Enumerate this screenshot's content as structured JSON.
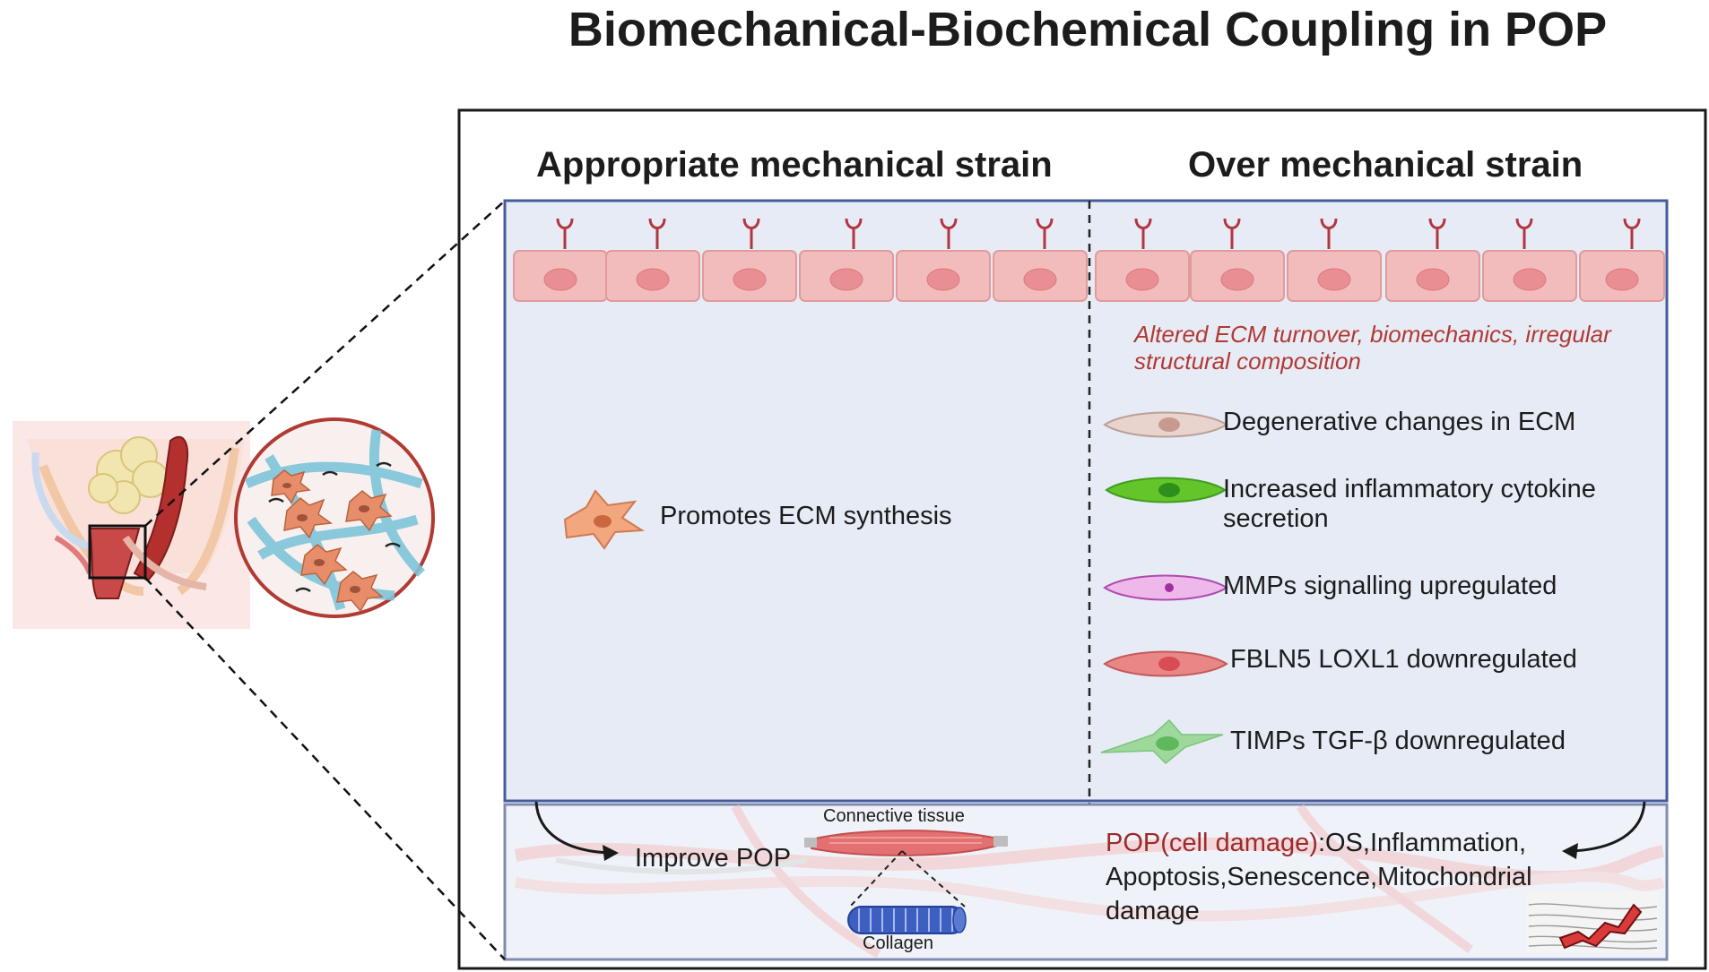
{
  "title": "Biomechanical-Biochemical Coupling in POP",
  "left_panel": {
    "header": "Appropriate mechanical strain",
    "effect": "Promotes ECM synthesis",
    "outcome": "Improve POP",
    "tissue_label": "Connective tissue",
    "collagen_label": "Collagen"
  },
  "right_panel": {
    "header": "Over mechanical strain",
    "note": "Altered ECM turnover, biomechanics, irregular structural composition",
    "changes": [
      {
        "label": "Degenerative changes in ECM",
        "cell_color": "#e9d3cd",
        "nucleus_color": "#c89a8f"
      },
      {
        "label": "Increased inflammatory cytokine secretion",
        "cell_color": "#63c52a",
        "nucleus_color": "#2e8f1c"
      },
      {
        "label": "MMPs signalling upregulated",
        "cell_color": "#efb8ea",
        "nucleus_color": "#a030a0"
      },
      {
        "label": "FBLN5 LOXL1 downregulated",
        "cell_color": "#e98787",
        "nucleus_color": "#d94b55"
      },
      {
        "label": "TIMPs TGF-β downregulated",
        "cell_color": "#9fd89b",
        "nucleus_color": "#5fb85d"
      }
    ],
    "outcome_prefix": "POP(cell damage)",
    "outcome_detail": ":OS,Inflammation,\nApoptosis,Senescence,Mitochondrial\ndamage"
  },
  "colors": {
    "panel_fill": "#e6ebf6",
    "panel_border": "#465c9a",
    "cell_fill": "#f3bcbc",
    "cell_border": "#e09b9b",
    "receptor": "#b3363d",
    "accent_red": "#b13a33"
  }
}
